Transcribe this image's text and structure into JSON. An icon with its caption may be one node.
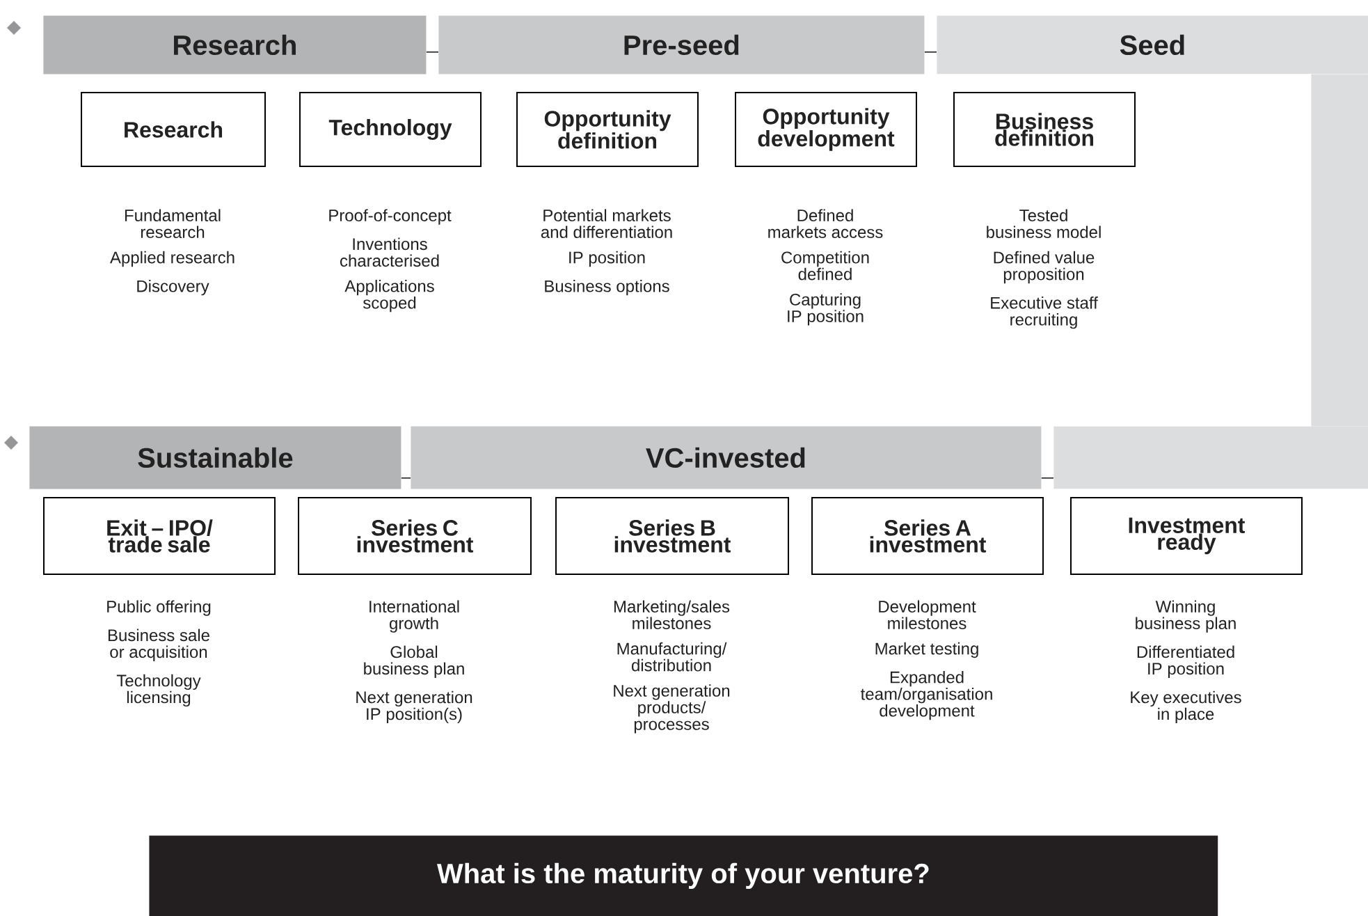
{
  "diagram": {
    "nodes": [
      {
        "text": [
          "Research"
        ]
      },
      {
        "text": [
          "Pre-seed"
        ]
      },
      {
        "text": [
          "Seed"
        ]
      },
      {
        "text": [
          "Research"
        ],
        "beside": [
          "Fundamental research",
          "Applied research",
          "Discovery"
        ]
      },
      {
        "text": [
          "Technology"
        ],
        "beside": [
          "Proof-of-concept",
          "Inventions characterised",
          "Applications scoped"
        ]
      },
      {
        "text": [
          "Opportunity definition"
        ],
        "beside": [
          "Potential markets and differentiation",
          "IP position",
          "Business options"
        ]
      },
      {
        "text": [
          "Opportunity development"
        ],
        "beside": [
          "Defined markets access",
          "Competition defined",
          "Capturing IP position"
        ]
      },
      {
        "text": [
          "Business definition"
        ],
        "beside": [
          "Tested business model",
          "Defined value proposition",
          "Executive staff recruiting"
        ]
      },
      {
        "text": [
          "Sustainable"
        ]
      },
      {
        "text": [
          "VC-invested"
        ]
      },
      {
        "text": [],
        "shape": "bar"
      },
      {
        "text": [
          "Exit – IPO/ trade sale"
        ],
        "beside": [
          "Public offering",
          "Business sale or acquisition",
          "Technology licensing"
        ]
      },
      {
        "text": [
          "Series C investment"
        ],
        "beside": [
          "International growth",
          "Global business plan",
          "Next generation IP position(s)"
        ]
      },
      {
        "text": [
          "Series B investment"
        ],
        "beside": [
          "Marketing/sales milestones",
          "Manufacturing/ distribution",
          "Next generation products/ processes"
        ]
      },
      {
        "text": [
          "Series A investment"
        ],
        "beside": [
          "Development milestones",
          "Market testing",
          "Expanded team/organisation development"
        ]
      },
      {
        "text": [
          "Investment ready"
        ],
        "beside": [
          "Winning business plan",
          "Differentiated IP position",
          "Key executives in place"
        ]
      },
      {
        "text": [
          "What is the maturity of your venture?"
        ]
      },
      {
        "text": [],
        "shape": "bar"
      }
    ],
    "edges": [
      {
        "from": 0,
        "to": 1,
        "arrow": "none"
      },
      {
        "from": 1,
        "to": 2,
        "arrow": "none"
      },
      {
        "from": 8,
        "to": 9,
        "arrow": "none"
      },
      {
        "from": 9,
        "to": 10,
        "arrow": "none"
      }
    ]
  }
}
